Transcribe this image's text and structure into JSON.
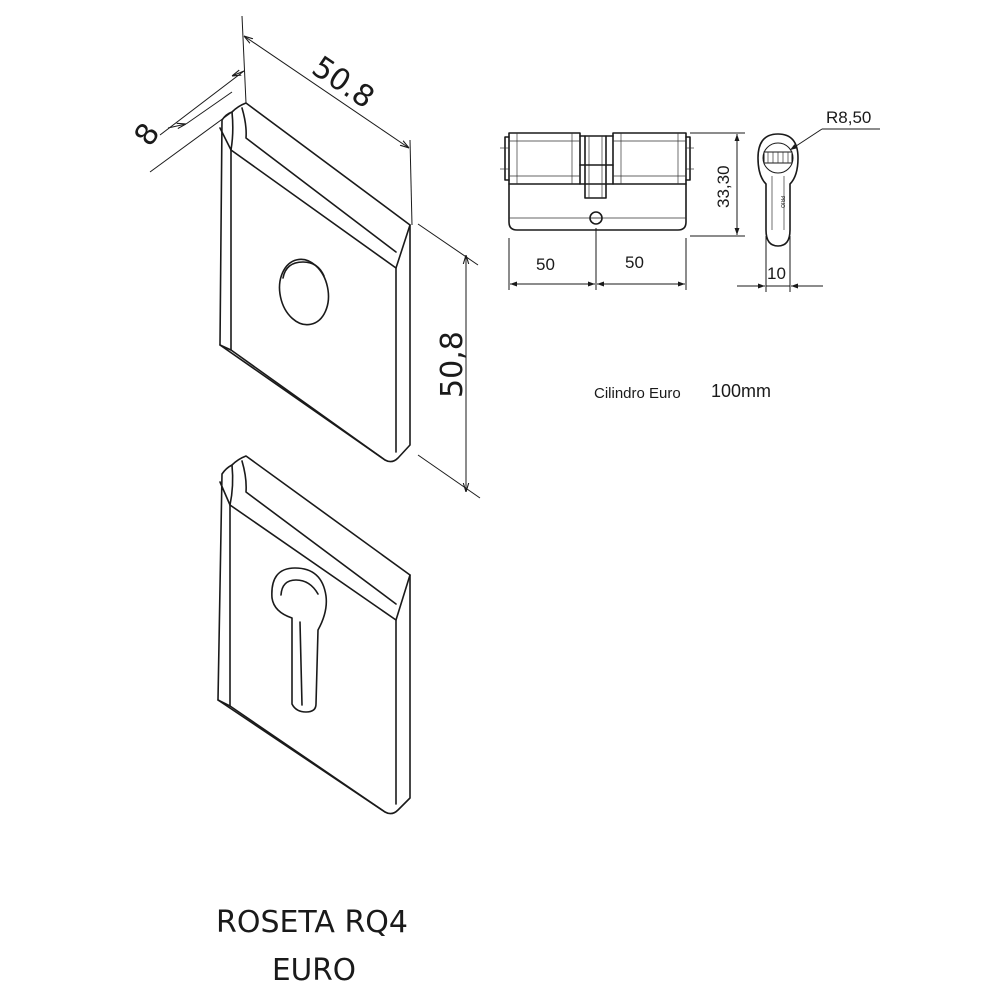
{
  "rosette_top": {
    "dim_width": "50.8",
    "dim_depth": "8",
    "dim_height": "50,8"
  },
  "cylinder": {
    "dim_left_length": "50",
    "dim_right_length": "50",
    "dim_height": "33,30",
    "dim_radius": "R8,50",
    "dim_width": "10",
    "brand_mark": "PRIO",
    "caption_prefix": "Cilindro Euro",
    "caption_size": "100mm"
  },
  "product_label": {
    "line1": "ROSETA RQ4",
    "line2": "EURO"
  }
}
